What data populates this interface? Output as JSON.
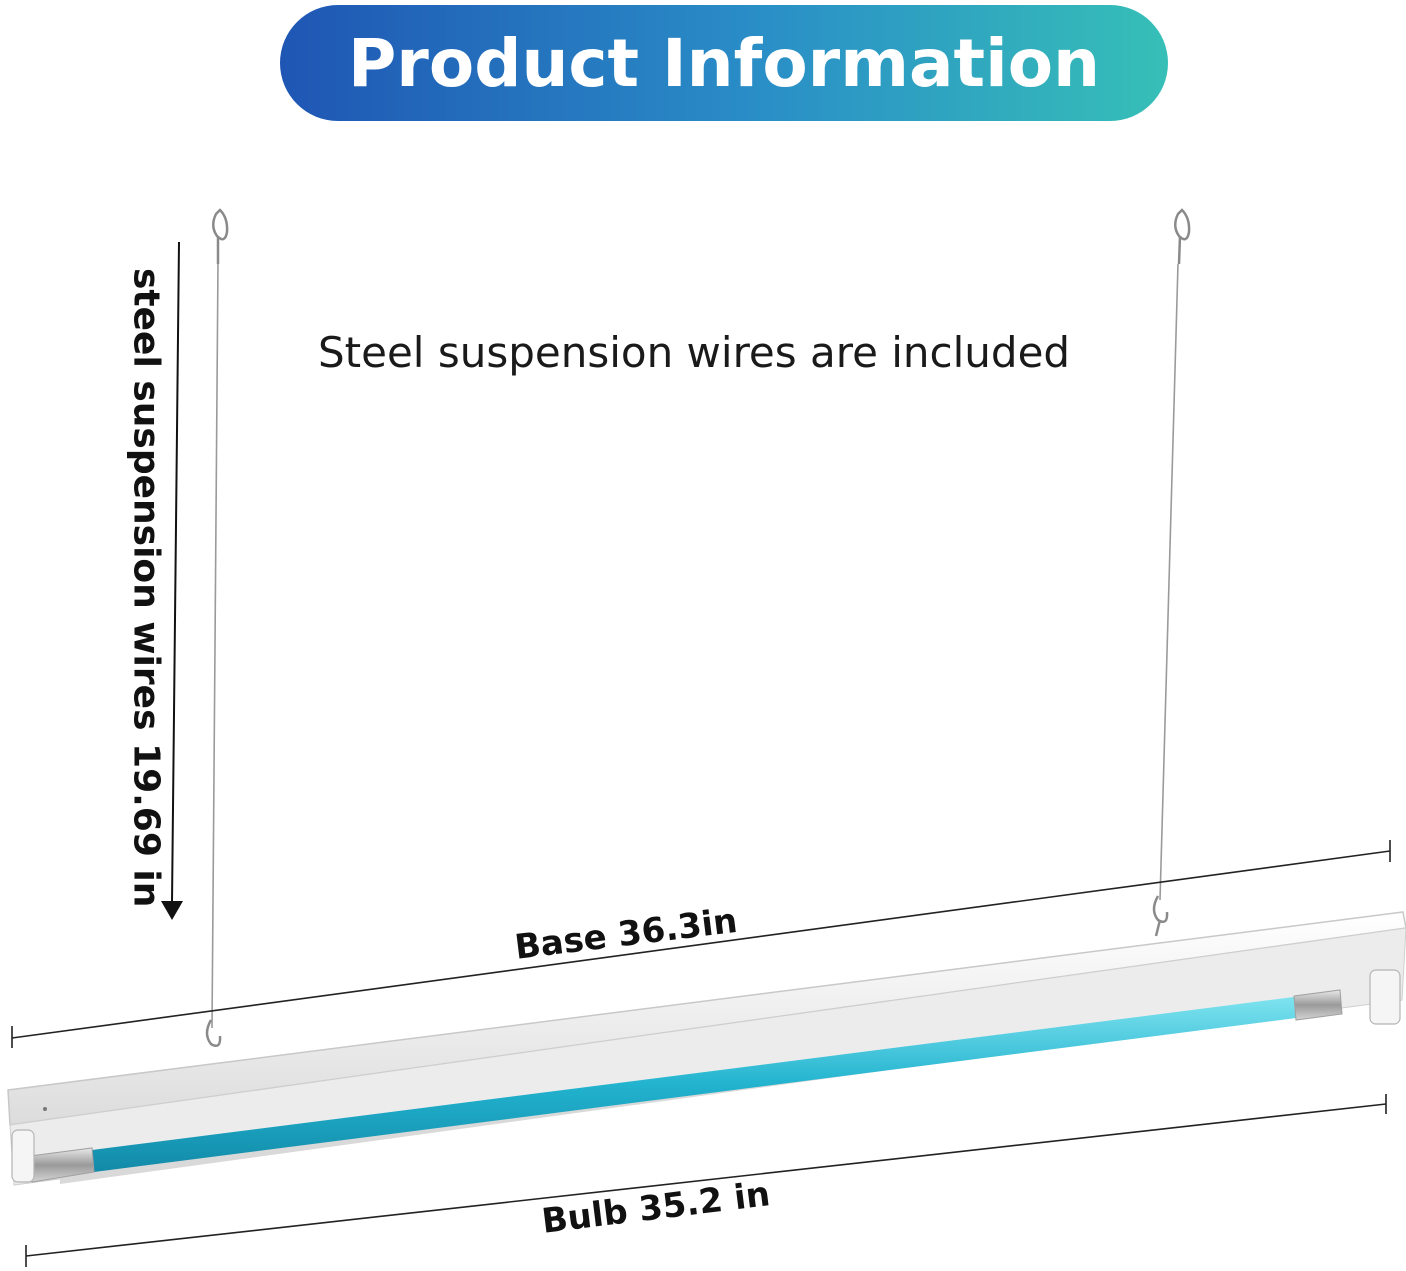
{
  "banner": {
    "title": "Product Information",
    "gradient_start": "#1f56b4",
    "gradient_end": "#36bfb7"
  },
  "caption": "Steel suspension wires are included",
  "wire_length_label": "steel suspension wires 19.69 in",
  "base_length_label": "Base 36.3in",
  "bulb_length_label": "Bulb 35.2 in",
  "colors": {
    "bulb": "#2ab8d4",
    "fixture": "#f2f2f2",
    "text": "#111111"
  },
  "icons": {
    "hook": "carabiner-hook-icon",
    "arrow": "down-arrow-icon"
  }
}
